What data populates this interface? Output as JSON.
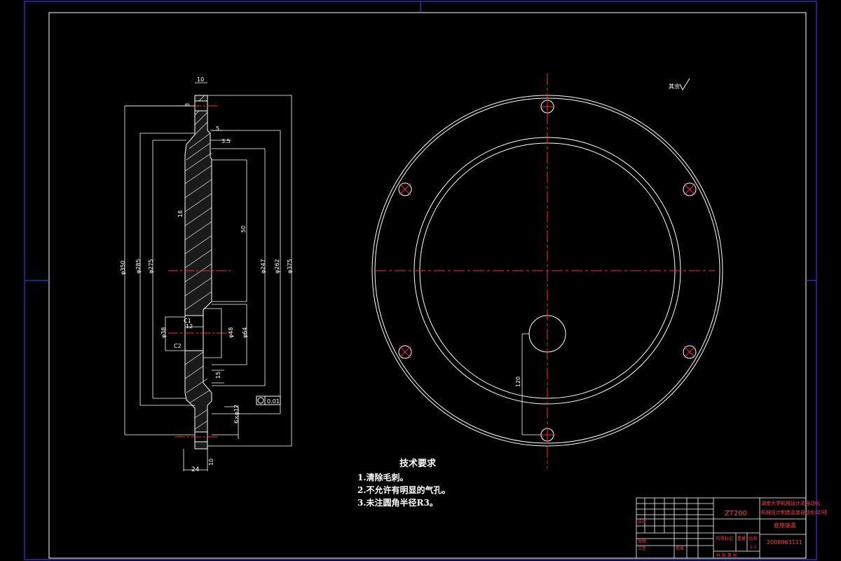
{
  "drawing": {
    "roughness_note": "其余",
    "tolerance_note": "0.01",
    "section_dims": {
      "top_w": "10",
      "flange_t": "8",
      "step": "5",
      "chamfer_top": "3.5",
      "inner_h": "18",
      "depth": "50",
      "hole_w": "12",
      "d350": "φ350",
      "d285": "φ285",
      "d275": "φ275",
      "d247": "φ247",
      "d262": "φ262",
      "d375": "φ375",
      "d38": "φ38",
      "d48": "φ48",
      "d64": "φ64",
      "c1": "C1",
      "c2": "C2",
      "h15": "15",
      "bolt": "6×φ12",
      "bottom_w": "24",
      "bottom_t": "10"
    },
    "plan_dims": {
      "offset": "120"
    }
  },
  "tech_requirements": {
    "title": "技术要求",
    "items": [
      "1.清除毛刺。",
      "2.不允许有明显的气孔。",
      "3.未注圆角半径R3。"
    ]
  },
  "title_block": {
    "code": "ZT200",
    "school_line1": "湖南大学机械设计及自动化",
    "school_line2": "机械设计制造及其自动化(Z)班",
    "part_name": "底座端盖",
    "student_no": "2008963111",
    "scale_label": "比例",
    "scale_value": "1:1",
    "stage_label": "阶段标记",
    "weight_label": "重量",
    "sheet_info": "共 张 第 张",
    "rows": [
      "设计",
      "审核",
      "工艺",
      "批准"
    ]
  }
}
